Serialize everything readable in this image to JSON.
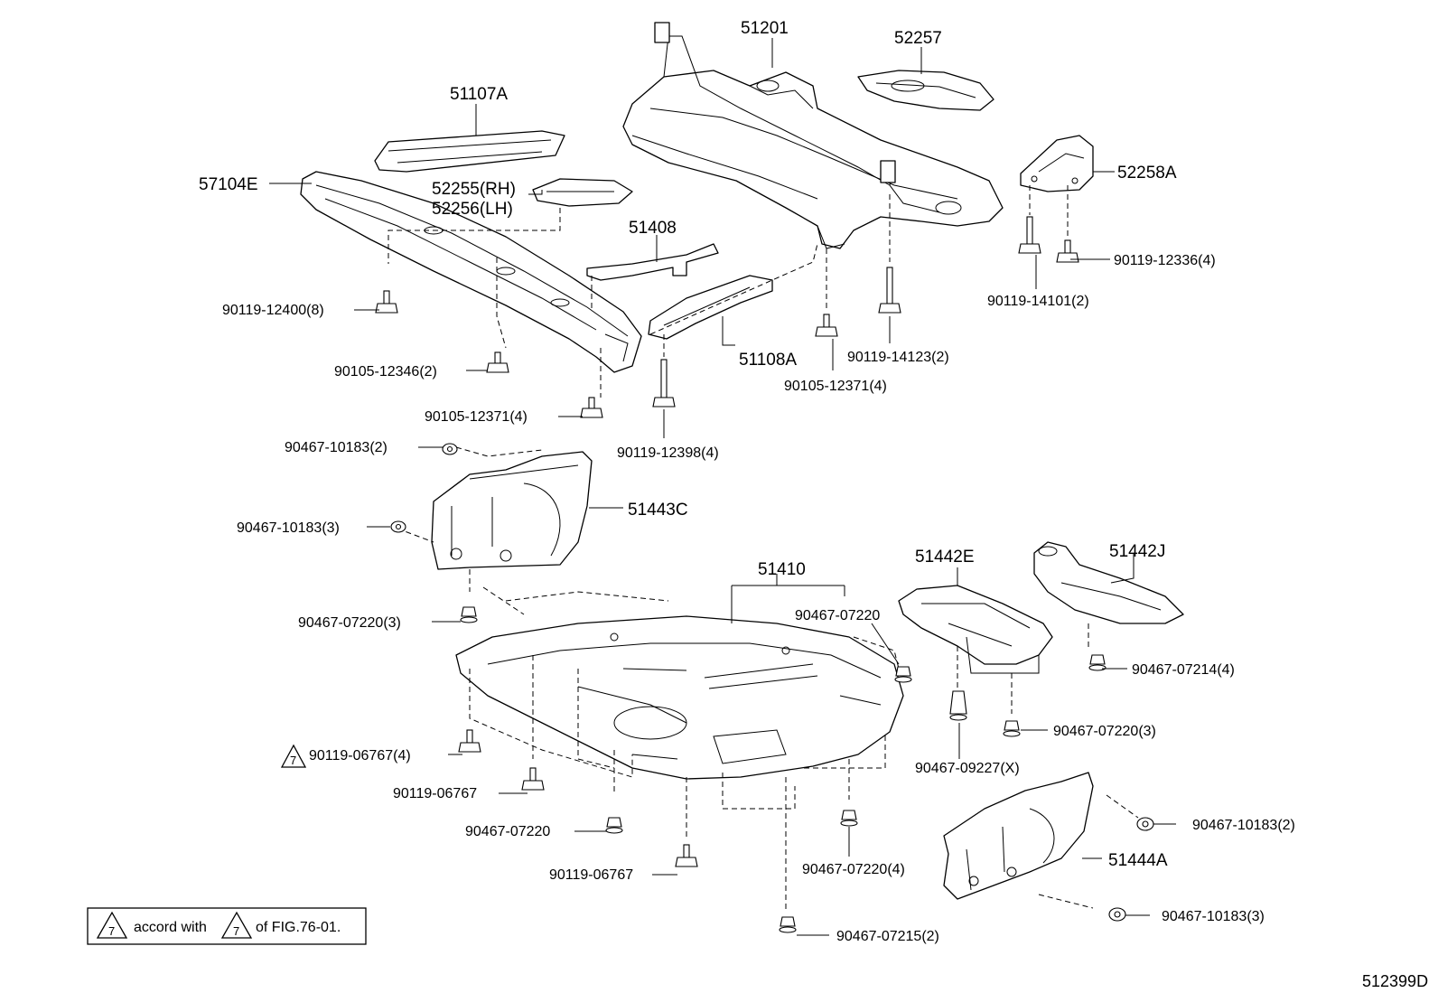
{
  "labels": {
    "l51201": "51201",
    "l52257": "52257",
    "l51107a": "51107A",
    "l57104e": "57104E",
    "l52255": "52255(RH)",
    "l52256": "52256(LH)",
    "l51408": "51408",
    "l52258a": "52258A",
    "l90119_12336": "90119-12336(4)",
    "l90119_14101": "90119-14101(2)",
    "l90119_12400": "90119-12400(8)",
    "l51108a": "51108A",
    "l90119_14123": "90119-14123(2)",
    "l90105_12346": "90105-12346(2)",
    "l90105_12371a": "90105-12371(4)",
    "l90105_12371b": "90105-12371(4)",
    "l90119_12398": "90119-12398(4)",
    "l90467_10183a": "90467-10183(2)",
    "l51443c": "51443C",
    "l90467_10183b": "90467-10183(3)",
    "l51410": "51410",
    "l51442e": "51442E",
    "l51442j": "51442J",
    "l90467_07220a": "90467-07220(3)",
    "l90467_07220b": "90467-07220",
    "l90467_07214": "90467-07214(4)",
    "l90467_07220c": "90467-07220(3)",
    "l90119_06767a": "90119-06767(4)",
    "l90467_09227": "90467-09227(X)",
    "l90119_06767b": "90119-06767",
    "l90467_07220d": "90467-07220",
    "l90467_10183c": "90467-10183(2)",
    "l51444a": "51444A",
    "l90119_06767c": "90119-06767",
    "l90467_07220e": "90467-07220(4)",
    "l90467_10183d": "90467-10183(3)",
    "l90467_07215": "90467-07215(2)"
  },
  "note": {
    "symbol": "7",
    "text_a": "accord with",
    "text_b": "of FIG.76-01."
  },
  "figure_id": "512399D"
}
